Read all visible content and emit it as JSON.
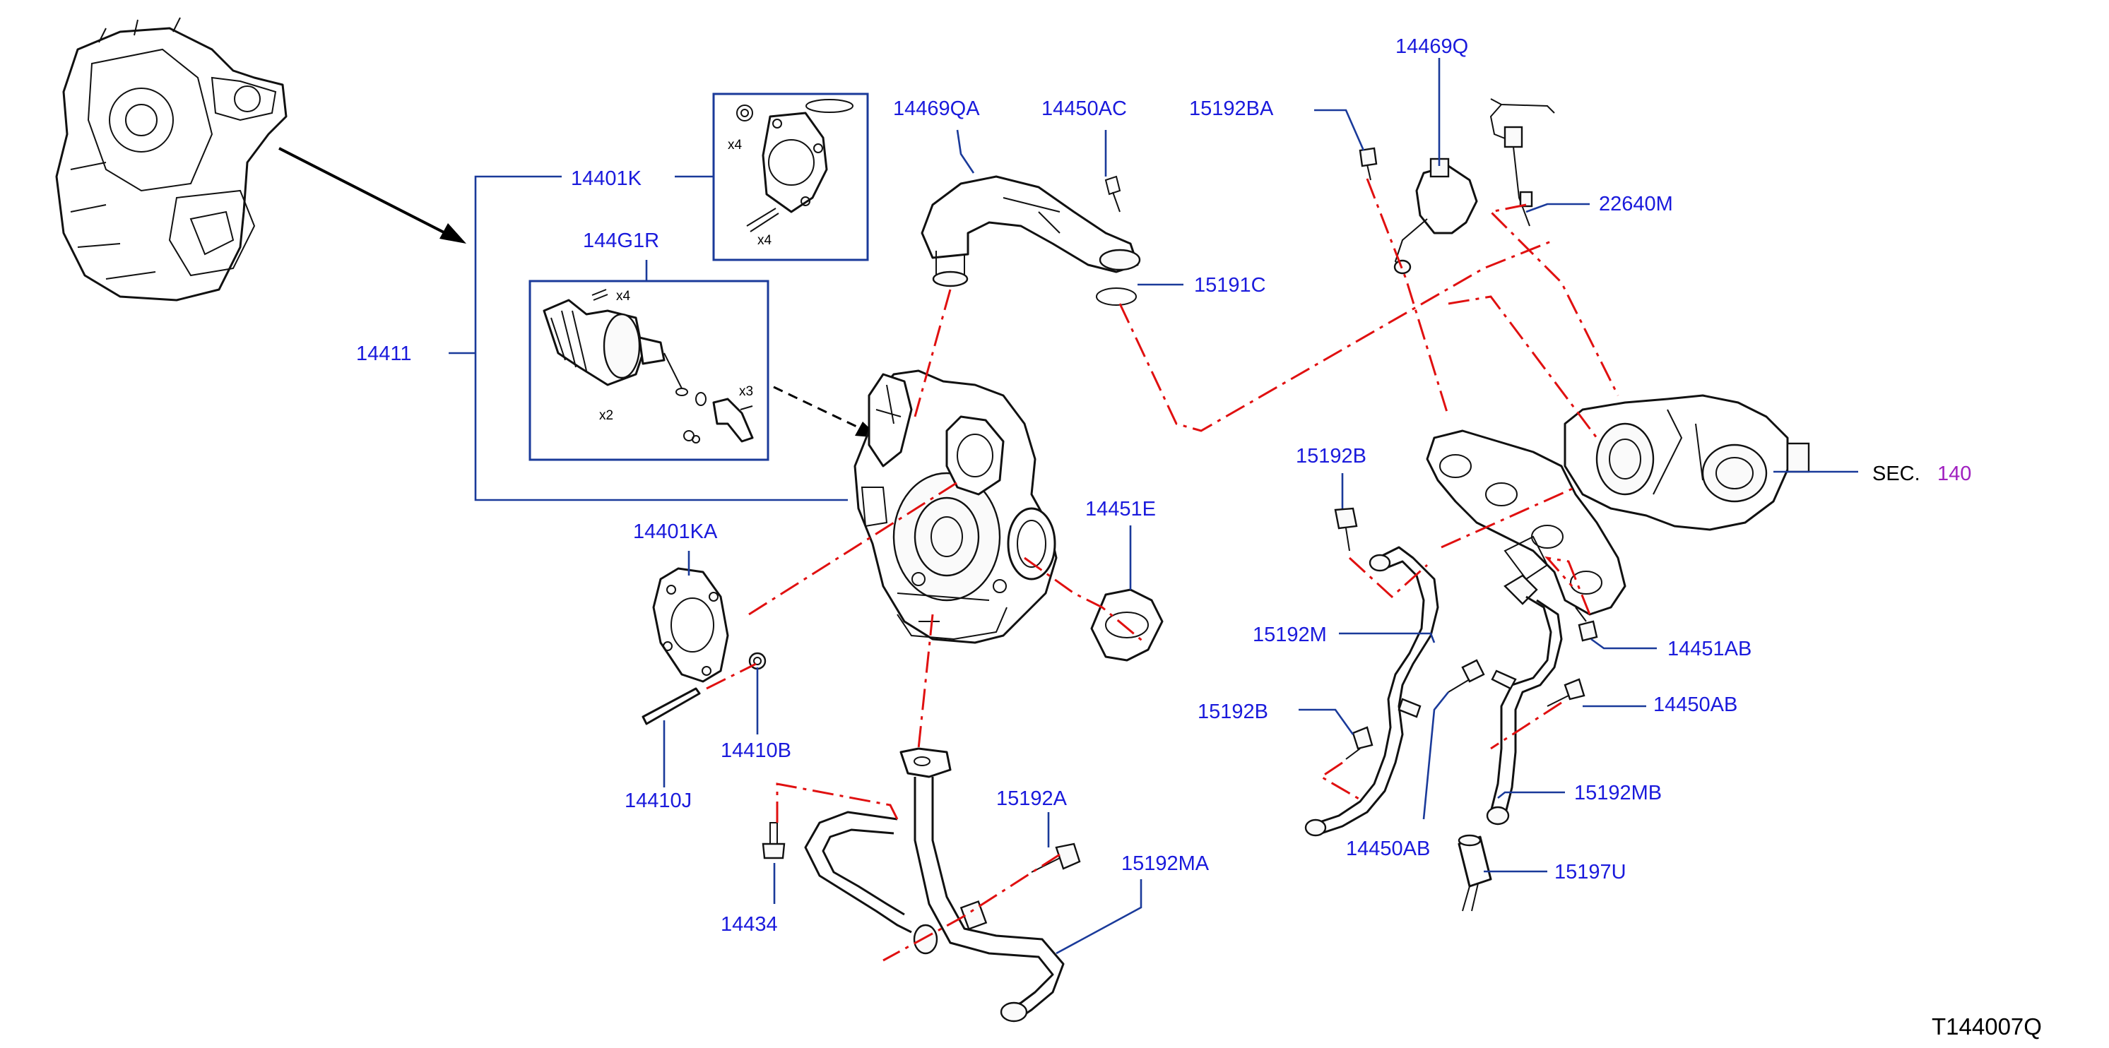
{
  "diagram_code": "T144007Q",
  "labels": {
    "l_14469QA": "14469QA",
    "l_14450AC": "14450AC",
    "l_15192BA": "15192BA",
    "l_14469Q": "14469Q",
    "l_22640M": "22640M",
    "l_14401K": "14401K",
    "l_144G1R": "144G1R",
    "l_14411": "14411",
    "l_15191C": "15191C",
    "l_15192B_top": "15192B",
    "l_sec": "SEC.",
    "l_sec_num": "140",
    "l_14401KA": "14401KA",
    "l_14451E": "14451E",
    "l_15192M": "15192M",
    "l_14451AB": "14451AB",
    "l_14410B": "14410B",
    "l_14410J": "14410J",
    "l_15192B_low": "15192B",
    "l_14450AB_right": "14450AB",
    "l_15192A": "15192A",
    "l_15192MA": "15192MA",
    "l_15192MB": "15192MB",
    "l_14434": "14434",
    "l_14450AB_low": "14450AB",
    "l_15197U": "15197U"
  },
  "qty_marks": {
    "q_gasket_nut": "x4",
    "q_gasket_stud": "x4",
    "q_actuator_bolt": "x4",
    "q_actuator_small": "x2",
    "q_actuator_clip": "x3"
  },
  "colors": {
    "label_blue": "#1a1adc",
    "leader_blue": "#1a3a9a",
    "centerline_red": "#e01010",
    "sec_number_purple": "#a020c0"
  }
}
